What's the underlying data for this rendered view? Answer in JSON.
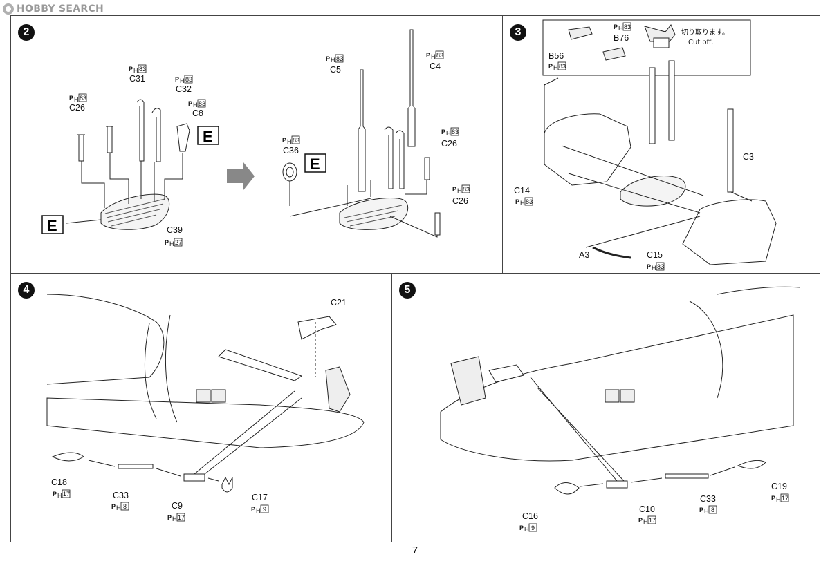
{
  "watermark": {
    "text": "HOBBY SEARCH"
  },
  "page_number": "7",
  "steps": [
    {
      "number": "2",
      "labels": {
        "C31": {
          "code": "C31",
          "sprue": "83"
        },
        "C32": {
          "code": "C32",
          "sprue": "83"
        },
        "C26a": {
          "code": "C26",
          "sprue": "83"
        },
        "C8": {
          "code": "C8",
          "sprue": "83"
        },
        "C39": {
          "code": "C39",
          "sprue": "27"
        },
        "C5": {
          "code": "C5",
          "sprue": "83"
        },
        "C4": {
          "code": "C4",
          "sprue": "83"
        },
        "C36": {
          "code": "C36",
          "sprue": "83"
        },
        "C26b": {
          "code": "C26",
          "sprue": "83"
        },
        "C26c": {
          "code": "C26",
          "sprue": "83"
        }
      },
      "decal": "E"
    },
    {
      "number": "3",
      "labels": {
        "B76": {
          "code": "B76",
          "sprue": "83"
        },
        "B56": {
          "code": "B56",
          "sprue": "83"
        },
        "C3": {
          "code": "C3"
        },
        "C14": {
          "code": "C14",
          "sprue": "83"
        },
        "A3": {
          "code": "A3"
        },
        "C15": {
          "code": "C15",
          "sprue": "83"
        }
      },
      "note_jp": "切り取ります。",
      "note_en": "Cut off."
    },
    {
      "number": "4",
      "labels": {
        "C21": {
          "code": "C21"
        },
        "C18": {
          "code": "C18",
          "sprue": "17"
        },
        "C33": {
          "code": "C33",
          "sprue": "8"
        },
        "C9": {
          "code": "C9",
          "sprue": "17"
        },
        "C17": {
          "code": "C17",
          "sprue": "9"
        }
      }
    },
    {
      "number": "5",
      "labels": {
        "C19": {
          "code": "C19",
          "sprue": "17"
        },
        "C33": {
          "code": "C33",
          "sprue": "8"
        },
        "C10": {
          "code": "C10",
          "sprue": "17"
        },
        "C16": {
          "code": "C16",
          "sprue": "9"
        }
      }
    }
  ],
  "sprue_prefix": "P",
  "sprue_sub": "H"
}
